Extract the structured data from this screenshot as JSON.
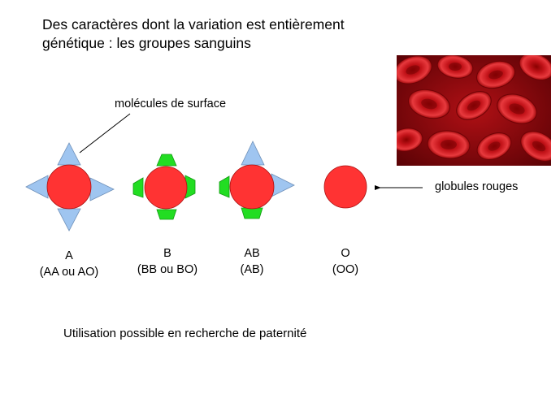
{
  "title": "Des caractères dont la variation est entièrement\ngénétique : les groupes sanguins",
  "surface_molecules_label": "molécules de surface",
  "red_cells_label": "globules rouges",
  "groups": [
    {
      "name": "A",
      "genotypes": "(AA ou AO)"
    },
    {
      "name": "B",
      "genotypes": "(BB ou BO)"
    },
    {
      "name": "AB",
      "genotypes": "(AB)"
    },
    {
      "name": "O",
      "genotypes": "(OO)"
    }
  ],
  "footer": "Utilisation possible en recherche de paternité",
  "colors": {
    "cell": "#ff3333",
    "antigen_a": "#9fc5f0",
    "antigen_b": "#22dd22",
    "photo_background": "#9a0a0a"
  }
}
